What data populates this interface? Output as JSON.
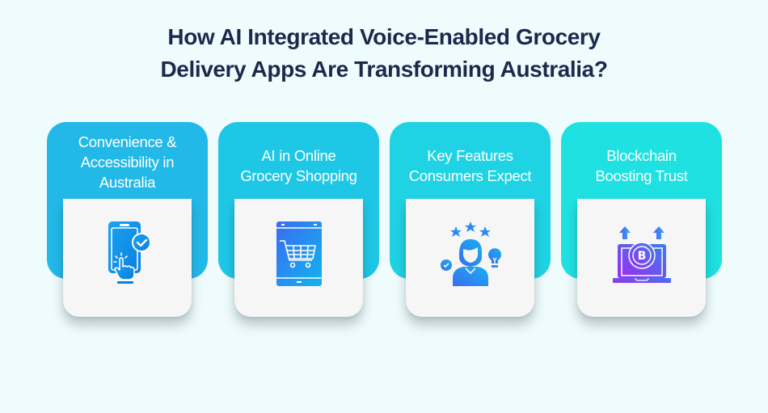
{
  "title": {
    "line1": "How AI Integrated Voice-Enabled Grocery",
    "line2": "Delivery Apps Are Transforming Australia?"
  },
  "colors": {
    "background": "#effcfd",
    "title": "#1a2a4c",
    "card_1": "#22b9e9",
    "card_2": "#1fc7e6",
    "card_3": "#1fd3e4",
    "card_4": "#1fe1e2",
    "inner_card": "#f6f6f6"
  },
  "cards": [
    {
      "label_lines": [
        "Convenience &",
        "Accessibility in",
        "Australia"
      ],
      "icon": "touch-phone-check-icon"
    },
    {
      "label_lines": [
        "AI in Online",
        "Grocery Shopping"
      ],
      "icon": "tablet-shopping-cart-icon"
    },
    {
      "label_lines": [
        "Key Features",
        "Consumers Expect"
      ],
      "icon": "customer-rating-features-icon"
    },
    {
      "label_lines": [
        "Blockchain",
        "Boosting Trust"
      ],
      "icon": "laptop-bitcoin-growth-icon"
    }
  ]
}
